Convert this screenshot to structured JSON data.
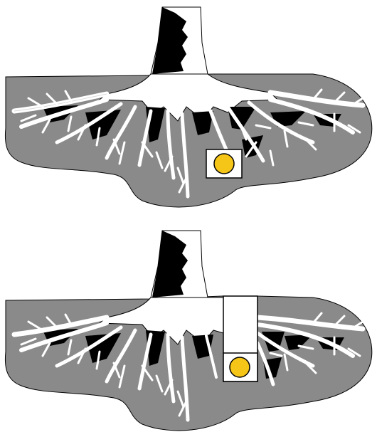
{
  "colors": {
    "background": "#ffffff",
    "soil": "#8a8a8a",
    "root_fill": "#ffffff",
    "root_shadow": "#000000",
    "trunk_fill": "#ffffff",
    "trunk_bark": "#000000",
    "hole_fill": "#ffffff",
    "hole_outline": "#000000",
    "object_fill": "#f5c518",
    "object_outline": "#000000"
  },
  "panels": [
    {
      "id": "top",
      "scene": "object-buried-beneath-roots"
    },
    {
      "id": "bottom",
      "scene": "object-in-open-shaft-from-surface"
    }
  ]
}
